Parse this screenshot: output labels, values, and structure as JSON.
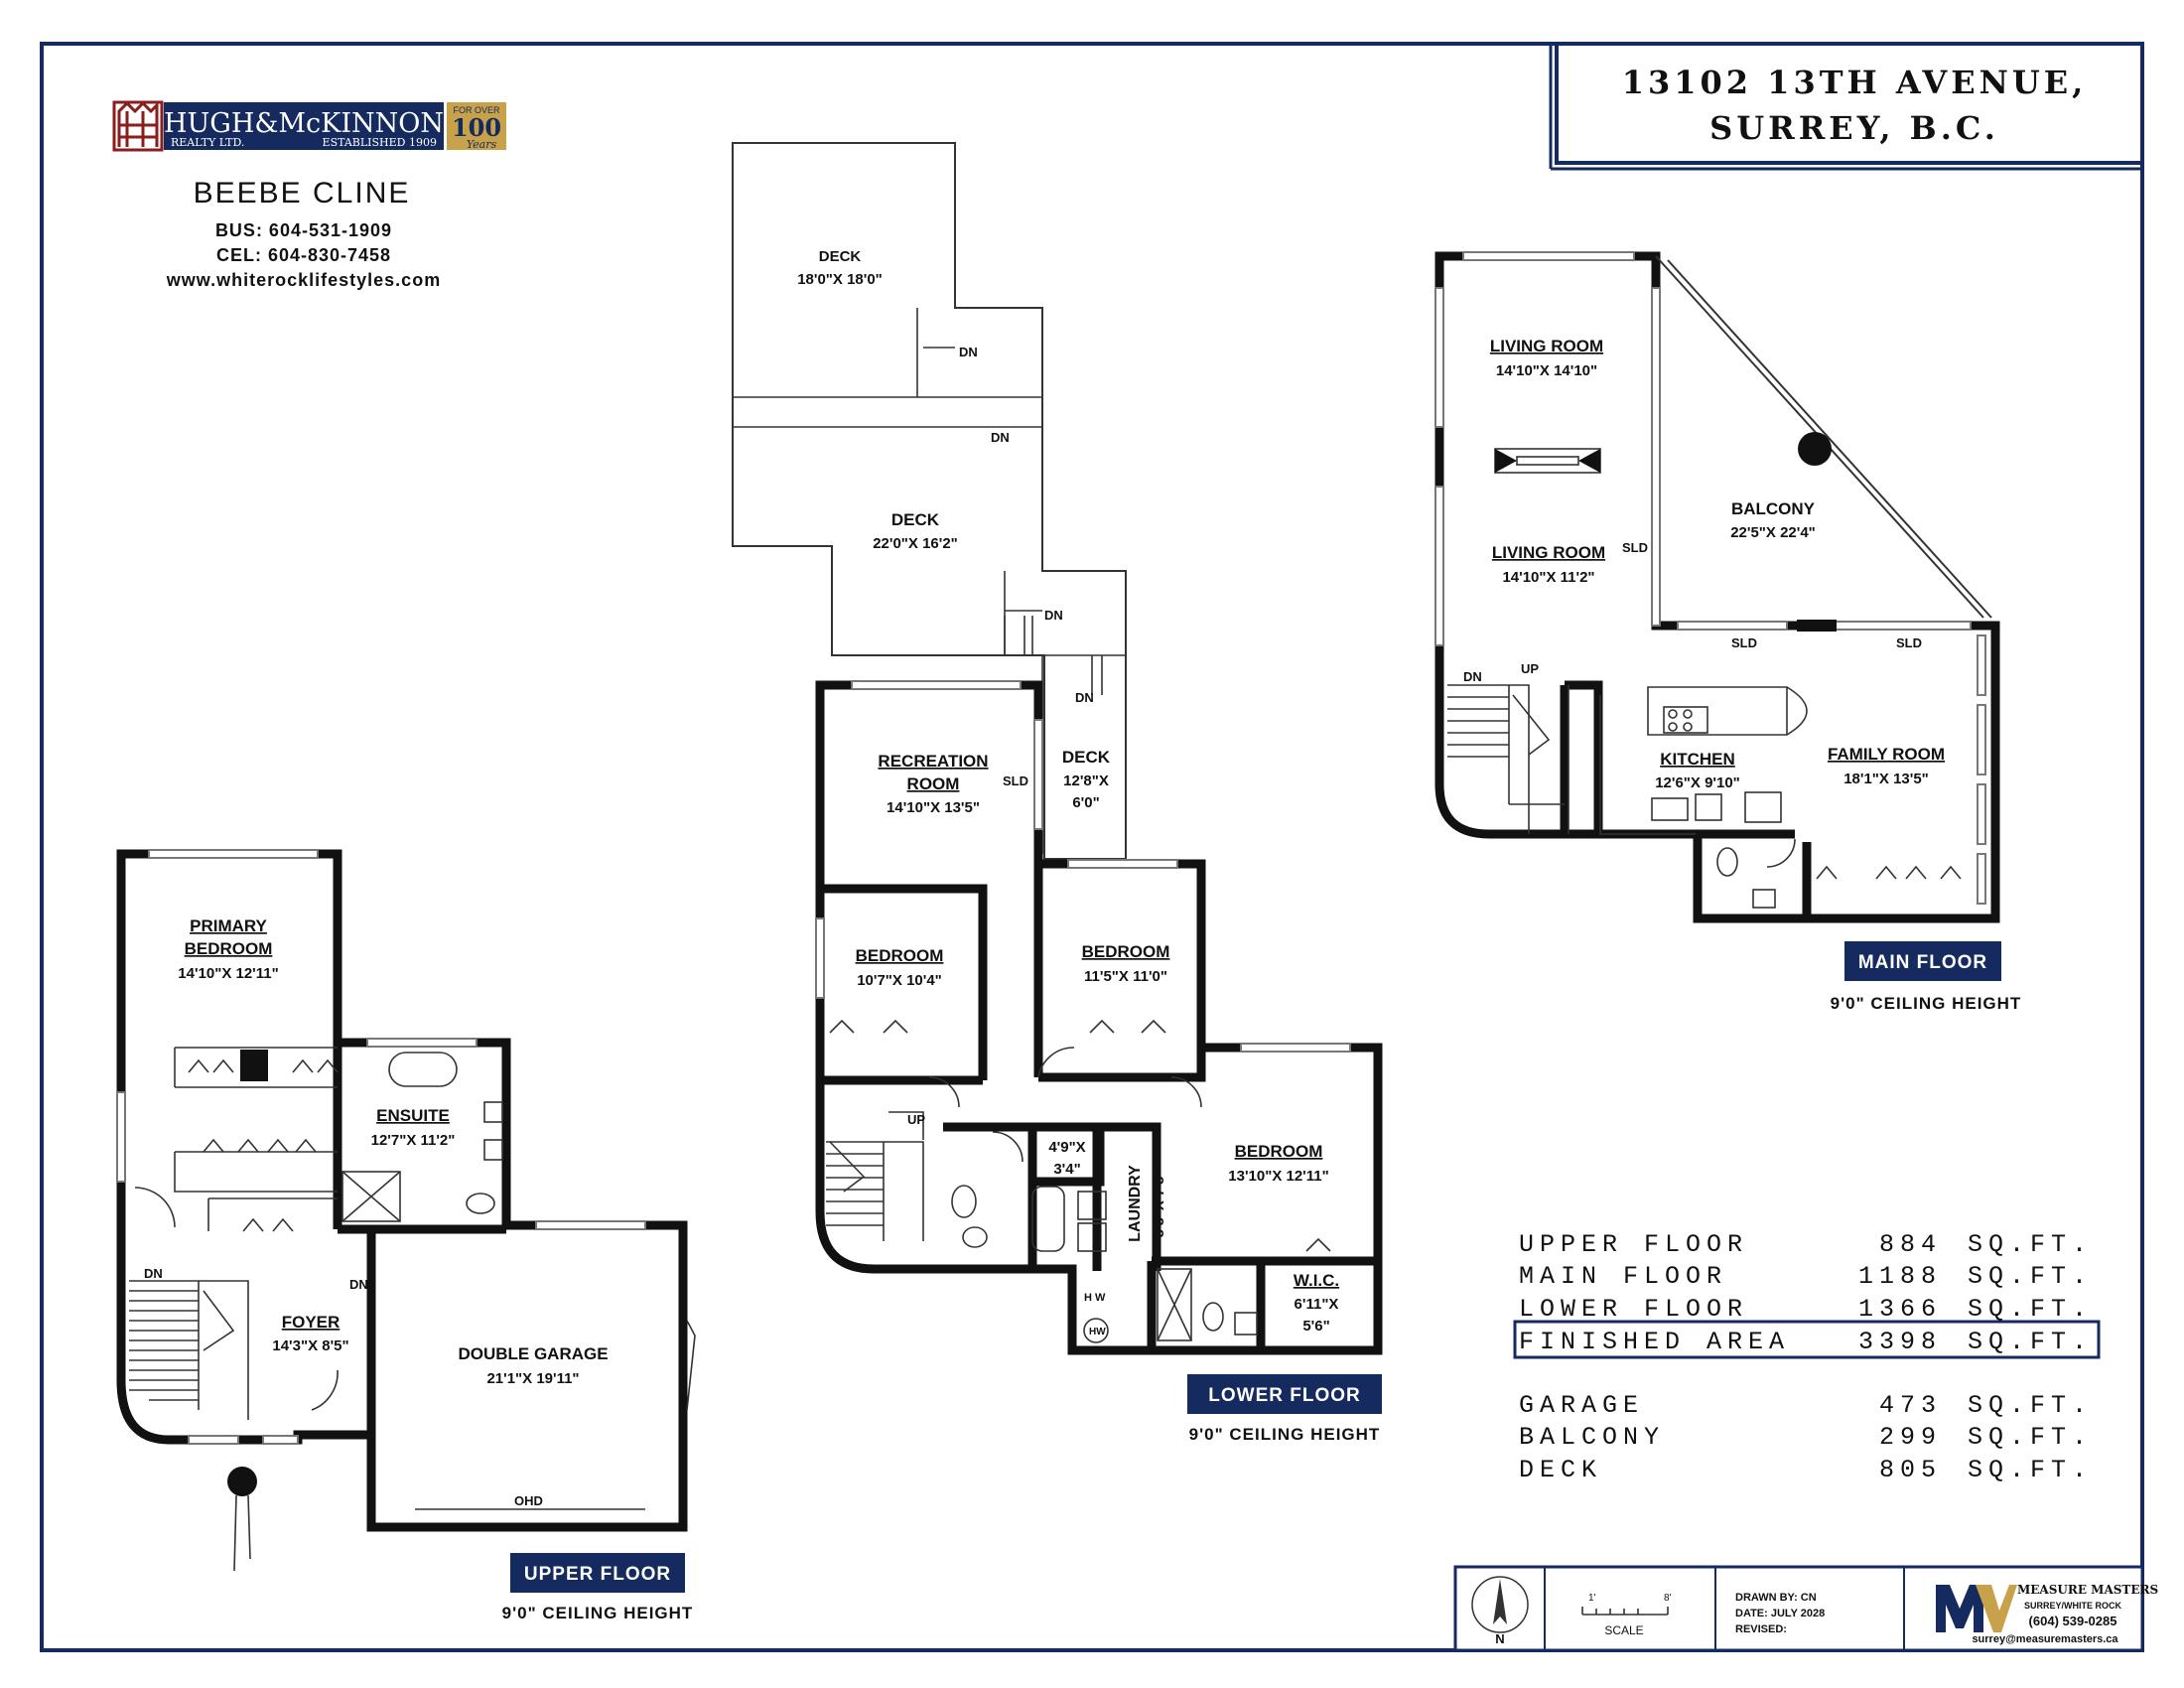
{
  "address": {
    "line1": "13102 13TH AVENUE,",
    "line2": "SURREY, B.C."
  },
  "brokerage": {
    "name": "HUGH&McKINNON",
    "sub_left": "REALTY LTD.",
    "sub_right": "ESTABLISHED 1909",
    "badge_top": "FOR OVER",
    "badge_num": "100",
    "badge_bottom": "Years"
  },
  "agent": {
    "name": "BEEBE CLINE",
    "bus": "BUS: 604-531-1909",
    "cel": "CEL: 604-830-7458",
    "web": "www.whiterocklifestyles.com"
  },
  "floors": {
    "upper": {
      "label": "UPPER FLOOR",
      "ceiling": "9'0\" CEILING HEIGHT"
    },
    "lower": {
      "label": "LOWER FLOOR",
      "ceiling": "9'0\" CEILING HEIGHT"
    },
    "main": {
      "label": "MAIN FLOOR",
      "ceiling": "9'0\" CEILING HEIGHT"
    }
  },
  "rooms": {
    "primary": {
      "name1": "PRIMARY",
      "name2": "BEDROOM",
      "dims": "14'10\"X 12'11\""
    },
    "ensuite": {
      "name": "ENSUITE",
      "dims": "12'7\"X 11'2\""
    },
    "foyer": {
      "name": "FOYER",
      "dims": "14'3\"X 8'5\""
    },
    "garage": {
      "name": "DOUBLE GARAGE",
      "dims": "21'1\"X 19'11\""
    },
    "deck_top": {
      "name": "DECK",
      "dims": "18'0\"X 18'0\""
    },
    "deck_mid": {
      "name": "DECK",
      "dims": "22'0\"X 16'2\""
    },
    "deck_small": {
      "name": "DECK",
      "dims1": "12'8\"X",
      "dims2": "6'0\""
    },
    "recreation": {
      "name1": "RECREATION",
      "name2": "ROOM",
      "dims": "14'10\"X 13'5\""
    },
    "bed_lower_left": {
      "name": "BEDROOM",
      "dims": "10'7\"X 10'4\""
    },
    "bed_lower_mid": {
      "name": "BEDROOM",
      "dims": "11'5\"X 11'0\""
    },
    "bed_lower_right": {
      "name": "BEDROOM",
      "dims": "13'10\"X 12'11\""
    },
    "closet_small": {
      "dims1": "4'9\"X",
      "dims2": "3'4\""
    },
    "laundry": {
      "name": "LAUNDRY",
      "dims": "8'8\"X 7'8\""
    },
    "wic": {
      "name": "W.I.C.",
      "dims1": "6'11\"X",
      "dims2": "5'6\""
    },
    "living1": {
      "name": "LIVING ROOM",
      "dims": "14'10\"X 14'10\""
    },
    "living2": {
      "name": "LIVING ROOM",
      "dims": "14'10\"X 11'2\""
    },
    "balcony": {
      "name": "BALCONY",
      "dims": "22'5\"X 22'4\""
    },
    "kitchen": {
      "name": "KITCHEN",
      "dims": "12'6\"X 9'10\""
    },
    "family": {
      "name": "FAMILY ROOM",
      "dims": "18'1\"X 13'5\""
    }
  },
  "marks": {
    "dn": "DN",
    "up": "UP",
    "sld": "SLD",
    "ohd": "OHD",
    "hw": "HW",
    "hw_v": "H W"
  },
  "areas": [
    {
      "label": "UPPER FLOOR",
      "value": "884",
      "unit": "SQ.FT."
    },
    {
      "label": "MAIN FLOOR",
      "value": "1188",
      "unit": "SQ.FT."
    },
    {
      "label": "LOWER FLOOR",
      "value": "1366",
      "unit": "SQ.FT."
    },
    {
      "label": "FINISHED AREA",
      "value": "3398",
      "unit": "SQ.FT."
    },
    {
      "label": "GARAGE",
      "value": "473",
      "unit": "SQ.FT."
    },
    {
      "label": "BALCONY",
      "value": "299",
      "unit": "SQ.FT."
    },
    {
      "label": "DECK",
      "value": "805",
      "unit": "SQ.FT."
    }
  ],
  "footer": {
    "north": "N",
    "scale_a": "1'",
    "scale_b": "8'",
    "scale_label": "SCALE",
    "drawn_by": "DRAWN BY: CN",
    "date": "DATE: JULY 2028",
    "revised": "REVISED:",
    "company": "MEASURE MASTERS",
    "company_sub": "SURREY/WHITE ROCK",
    "phone": "(604) 539-0285",
    "email": "surrey@measuremasters.ca"
  },
  "colors": {
    "navy": "#152a5e",
    "brand_red": "#8b1d1d",
    "gold": "#c8a24a"
  }
}
